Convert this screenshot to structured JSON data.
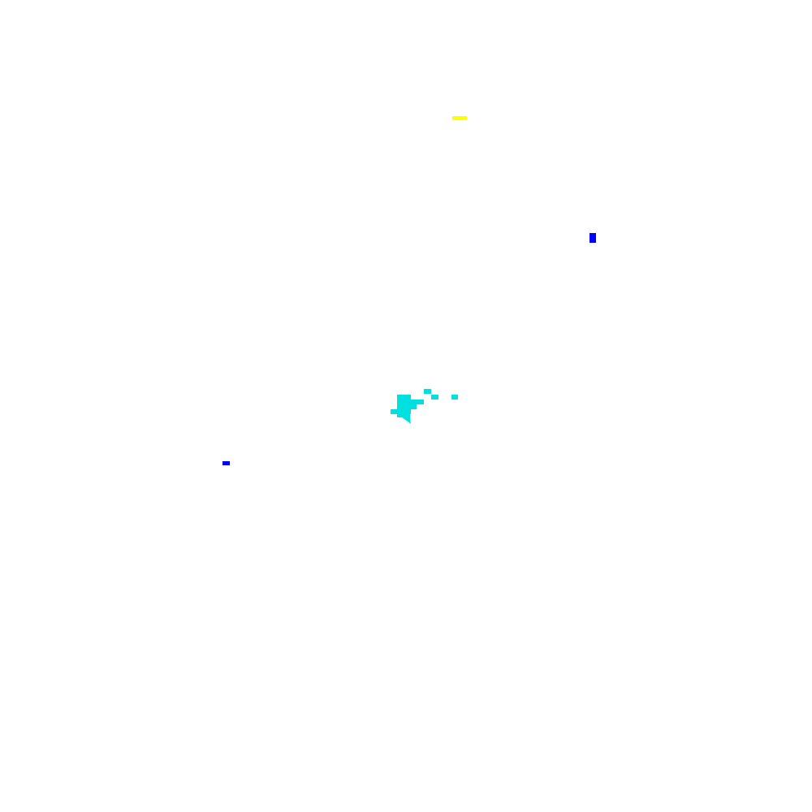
{
  "canvas": {
    "background": "#ffffff"
  },
  "markers": [
    {
      "name": "yellow-mark",
      "color": "#ffff00"
    },
    {
      "name": "blue-mark-upper",
      "color": "#0000ff"
    },
    {
      "name": "blue-mark-lower",
      "color": "#0000ff"
    }
  ],
  "cluster": {
    "name": "cyan-cluster",
    "color": "#00e0e0"
  }
}
